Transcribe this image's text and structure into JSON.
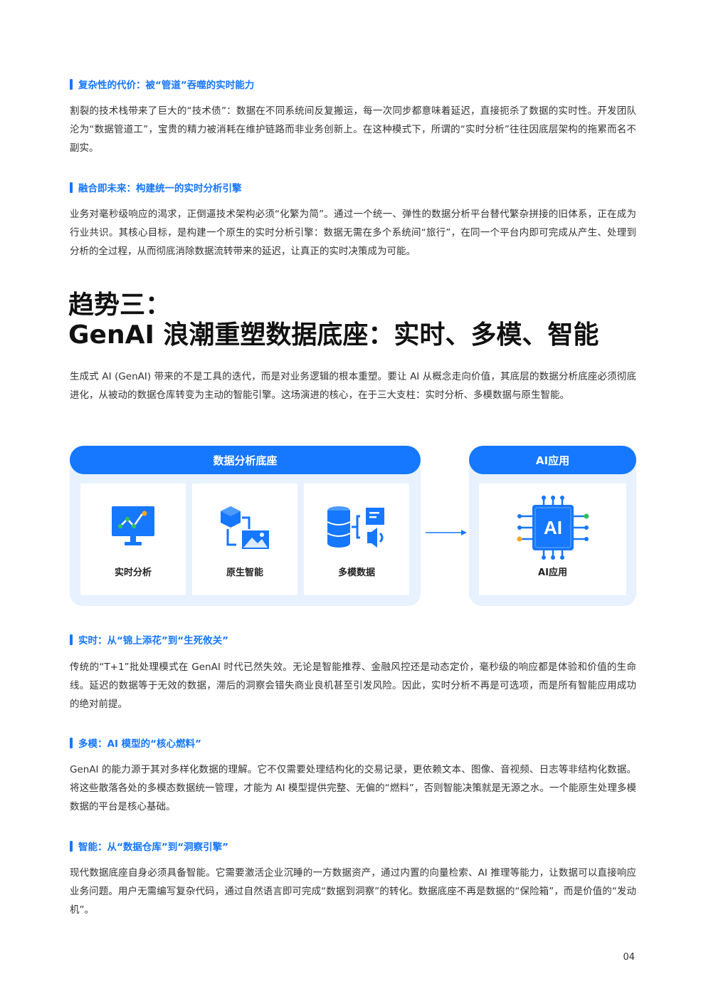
{
  "sections_top": [
    {
      "heading": "复杂性的代价：被“管道”吞噬的实时能力",
      "body": "割裂的技术栈带来了巨大的“技术债”：数据在不同系统间反复搬运，每一次同步都意味着延迟，直接扼杀了数据的实时性。开发团队沦为“数据管道工”，宝贵的精力被消耗在维护链路而非业务创新上。在这种模式下，所谓的“实时分析”往往因底层架构的拖累而名不副实。"
    },
    {
      "heading": "融合即未来：构建统一的实时分析引擎",
      "body": "业务对毫秒级响应的渴求，正倒逼技术架构必须“化繁为简”。通过一个统一、弹性的数据分析平台替代繁杂拼接的旧体系，正在成为行业共识。其核心目标，是构建一个原生的实时分析引擎：数据无需在多个系统间“旅行”，在同一个平台内即可完成从产生、处理到分析的全过程，从而彻底消除数据流转带来的延迟，让真正的实时决策成为可能。"
    }
  ],
  "title": {
    "line1": "趋势三：",
    "line2": "GenAI 浪潮重塑数据底座：实时、多模、智能"
  },
  "intro": "生成式 AI (GenAI) 带来的不是工具的迭代，而是对业务逻辑的根本重塑。要让 AI 从概念走向价值，其底层的数据分析底座必须彻底进化，从被动的数据仓库转变为主动的智能引擎。这场演进的核心，在于三大支柱：实时分析、多模数据与原生智能。",
  "diagram": {
    "left_title": "数据分析底座",
    "right_title": "AI应用",
    "cards": [
      {
        "label": "实时分析",
        "icon": "monitor-chart-icon"
      },
      {
        "label": "原生智能",
        "icon": "cube-image-icon"
      },
      {
        "label": "多模数据",
        "icon": "database-media-icon"
      }
    ],
    "ai_card": {
      "label": "AI应用",
      "chip_text": "AI",
      "icon": "ai-chip-icon"
    },
    "colors": {
      "primary": "#1677ff",
      "panel_bg": "#e7f1ff",
      "green": "#2fc25b",
      "orange": "#f5a623"
    }
  },
  "sections_bottom": [
    {
      "heading": "实时：从“锦上添花”到“生死攸关”",
      "body": "传统的“T+1”批处理模式在 GenAI 时代已然失效。无论是智能推荐、金融风控还是动态定价，毫秒级的响应都是体验和价值的生命线。延迟的数据等于无效的数据，滞后的洞察会错失商业良机甚至引发风险。因此，实时分析不再是可选项，而是所有智能应用成功的绝对前提。"
    },
    {
      "heading": "多模：AI 模型的“核心燃料”",
      "body": "GenAI 的能力源于其对多样化数据的理解。它不仅需要处理结构化的交易记录，更依赖文本、图像、音视频、日志等非结构化数据。将这些散落各处的多模态数据统一管理，才能为 AI 模型提供完整、无偏的“燃料”，否则智能决策就是无源之水。一个能原生处理多模数据的平台是核心基础。"
    },
    {
      "heading": "智能：从“数据仓库”到“洞察引擎”",
      "body": "现代数据底座自身必须具备智能。它需要激活企业沉睡的一方数据资产，通过内置的向量检索、AI 推理等能力，让数据可以直接响应业务问题。用户无需编写复杂代码，通过自然语言即可完成“数据到洞察”的转化。数据底座不再是数据的“保险箱”，而是价值的“发动机”。"
    }
  ],
  "page_number": "04"
}
